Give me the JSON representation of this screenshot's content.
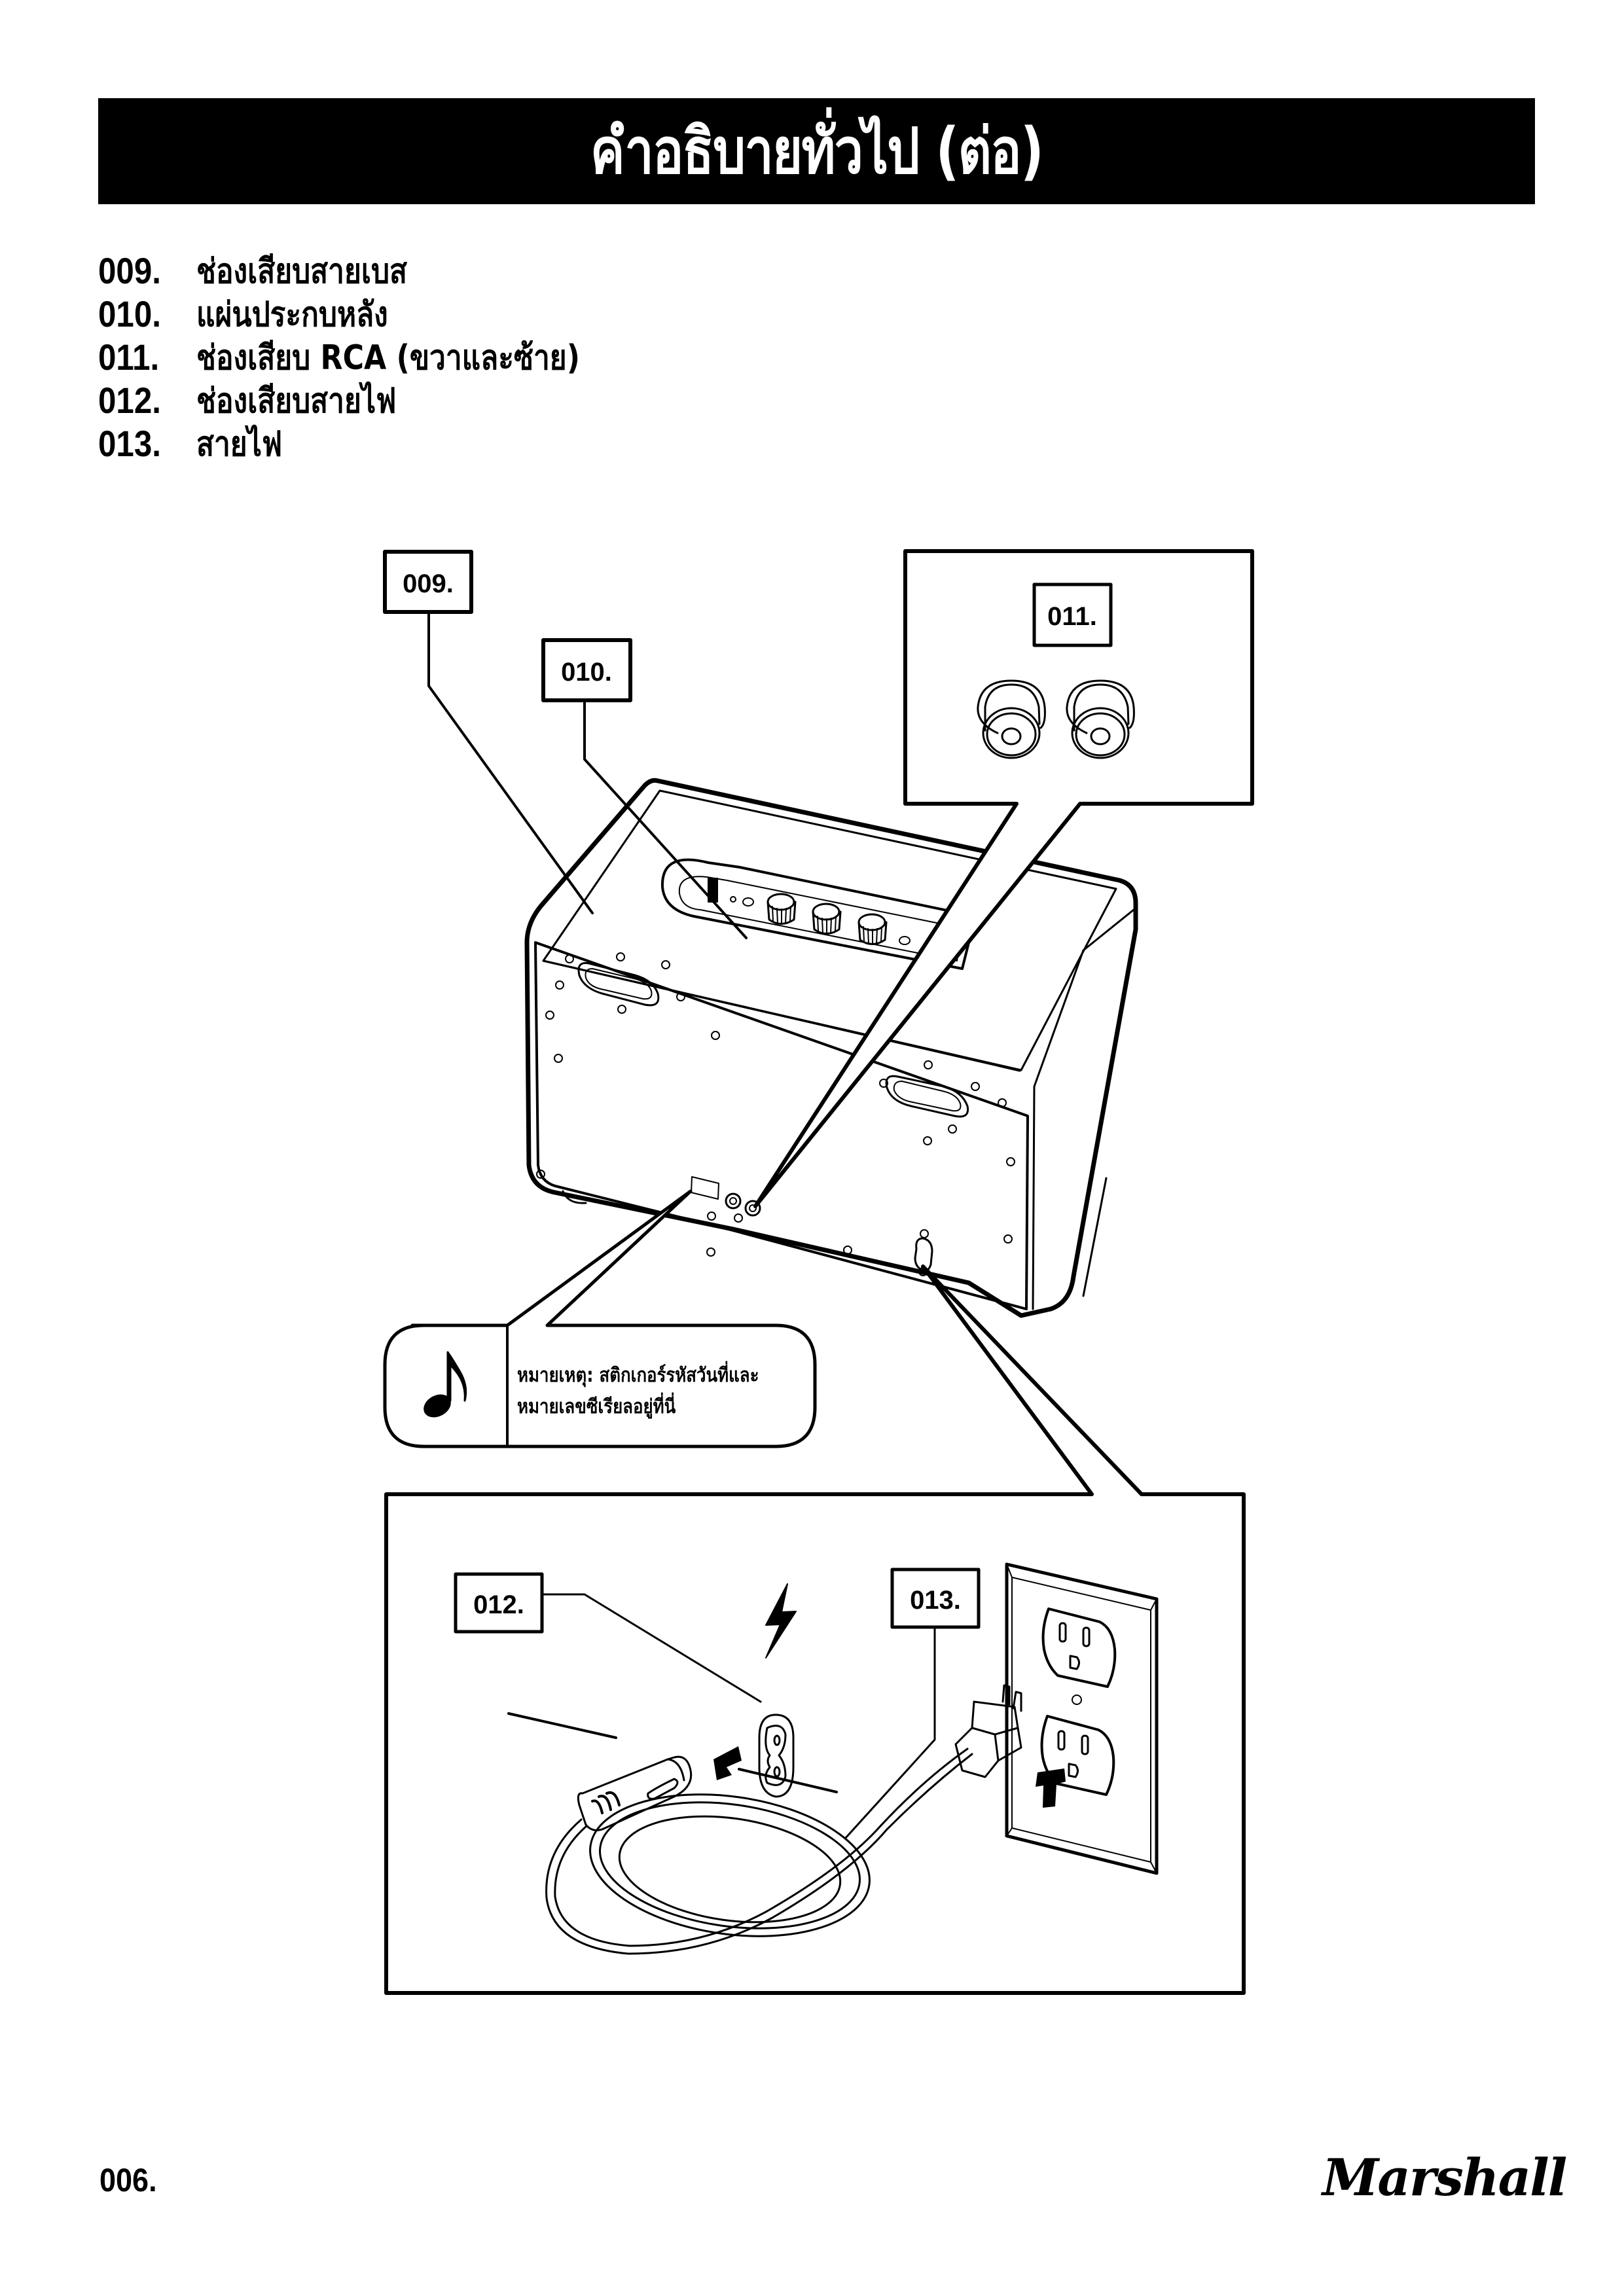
{
  "header": {
    "title": "คำอธิบายทั่วไป (ต่อ)"
  },
  "items": [
    {
      "number": "009.",
      "label": "ช่องเสียบสายเบส"
    },
    {
      "number": "010.",
      "label": "แผ่นประกบหลัง"
    },
    {
      "number": "011.",
      "label": "ช่องเสียบ RCA (ขวาและซ้าย)"
    },
    {
      "number": "012.",
      "label": "ช่องเสียบสายไฟ"
    },
    {
      "number": "013.",
      "label": "สายไฟ"
    }
  ],
  "callouts": {
    "c009": "009.",
    "c010": "010.",
    "c011": "011.",
    "c012": "012.",
    "c013": "013."
  },
  "note": {
    "icon": "music-note-icon",
    "line1": "หมายเหตุ: สติกเกอร์รหัสวันที่และ",
    "line2": "หมายเลขซีเรียลอยู่ที่นี่"
  },
  "footer": {
    "page_number": "006.",
    "brand": "Marshall"
  }
}
